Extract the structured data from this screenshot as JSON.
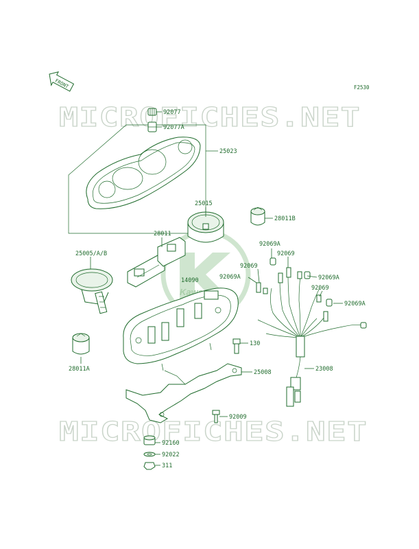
{
  "diagram": {
    "code": "F2530",
    "front_label": "FRONT",
    "watermark": "MICROFICHES.NET",
    "brand_logo_text": "Kawasaki",
    "part_labels": {
      "p92077": "92077",
      "p92077A": "92077A",
      "p25023": "25023",
      "p25015": "25015",
      "p28011B": "28011B",
      "p28011": "28011",
      "p92069_1": "92069A",
      "p92069_2": "92069",
      "p92069_3": "92069",
      "p92069A_1": "92069A",
      "p92069A_2": "92069A",
      "p92069_4": "92069",
      "p92069A_3": "92069A",
      "p25005": "25005/A/B",
      "p14090": "14090",
      "p130": "130",
      "p28011A": "28011A",
      "p25008": "25008",
      "p23008": "23008",
      "p92009": "92009",
      "p92160": "92160",
      "p92022": "92022",
      "p311": "311"
    }
  }
}
